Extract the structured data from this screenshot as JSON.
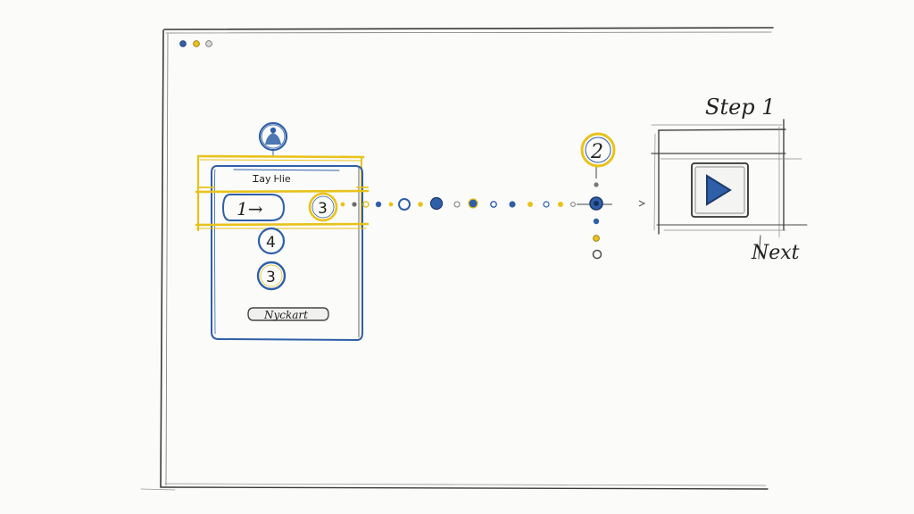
{
  "window": {
    "dots": [
      "blue",
      "yellow",
      "gray"
    ],
    "colors": {
      "blue": "#2f5fa8",
      "yellow": "#e9c21a",
      "ink": "#2a2a2a",
      "gray": "#9a9a9a"
    }
  },
  "panel": {
    "top_icon": "person-avatar-icon",
    "title": "Ꮖay Ꮀlie",
    "steps": [
      {
        "label": "1→",
        "state": "current"
      },
      {
        "label": "4",
        "state": "pending"
      },
      {
        "label": "3",
        "state": "pending"
      }
    ],
    "inline_badge": "3",
    "button_label": "Nyckart"
  },
  "flow": {
    "target_badge": "2"
  },
  "preview": {
    "step_label": "Step 1",
    "play_icon": "play-icon",
    "next_label": "Next"
  }
}
